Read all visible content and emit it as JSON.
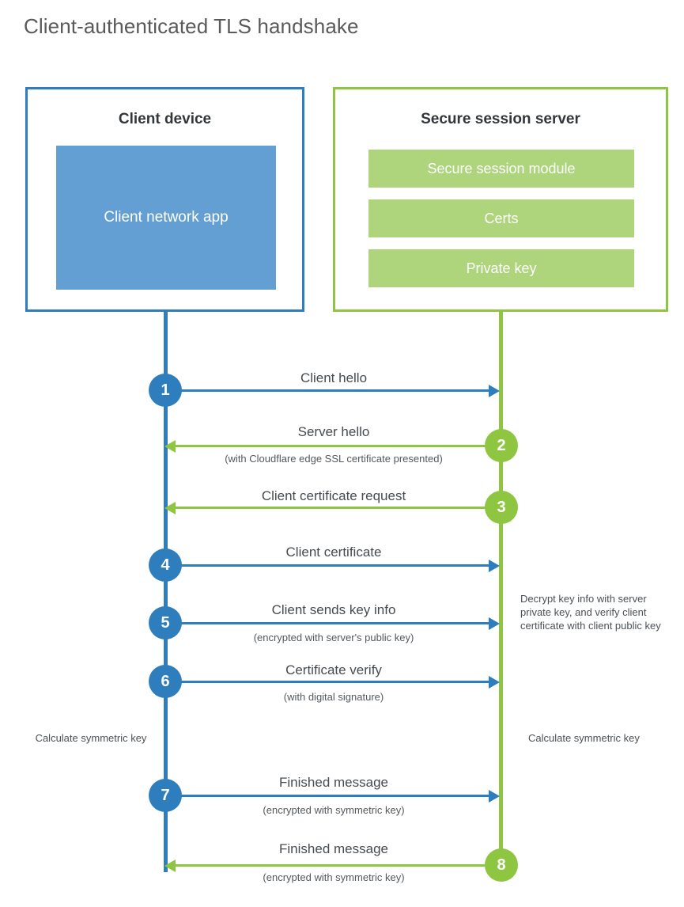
{
  "page": {
    "title": "Client-authenticated TLS handshake"
  },
  "client": {
    "box_title": "Client device",
    "app_label": "Client network app"
  },
  "server": {
    "box_title": "Secure session server",
    "bars": [
      {
        "label": "Secure session module"
      },
      {
        "label": "Certs"
      },
      {
        "label": "Private key"
      }
    ]
  },
  "steps": [
    {
      "number": "1",
      "label": "Client hello",
      "sub": "",
      "direction": "right",
      "color": "blue"
    },
    {
      "number": "2",
      "label": "Server hello",
      "sub": "(with Cloudflare edge SSL certificate presented)",
      "direction": "left",
      "color": "green"
    },
    {
      "number": "3",
      "label": "Client certificate request",
      "sub": "",
      "direction": "left",
      "color": "green"
    },
    {
      "number": "4",
      "label": "Client certificate",
      "sub": "",
      "direction": "right",
      "color": "blue"
    },
    {
      "number": "5",
      "label": "Client sends key info",
      "sub": "(encrypted with server's public key)",
      "direction": "right",
      "color": "blue"
    },
    {
      "number": "6",
      "label": "Certificate verify",
      "sub": "(with digital signature)",
      "direction": "right",
      "color": "blue"
    },
    {
      "number": "7",
      "label": "Finished message",
      "sub": "(encrypted with symmetric key)",
      "direction": "right",
      "color": "blue"
    },
    {
      "number": "8",
      "label": "Finished message",
      "sub": "(encrypted with symmetric key)",
      "direction": "left",
      "color": "green"
    }
  ],
  "notes": {
    "decrypt": "Decrypt key info with server private key, and verify client certificate with client public key",
    "calculate_client": "Calculate symmetric key",
    "calculate_server": "Calculate symmetric key"
  },
  "colors": {
    "client_accent": "#2e7ebd",
    "client_fill": "#639fd2",
    "server_accent": "#8ec641",
    "server_fill": "#aed47c",
    "title_text": "#5a5a5a",
    "body_text": "#464b50"
  }
}
